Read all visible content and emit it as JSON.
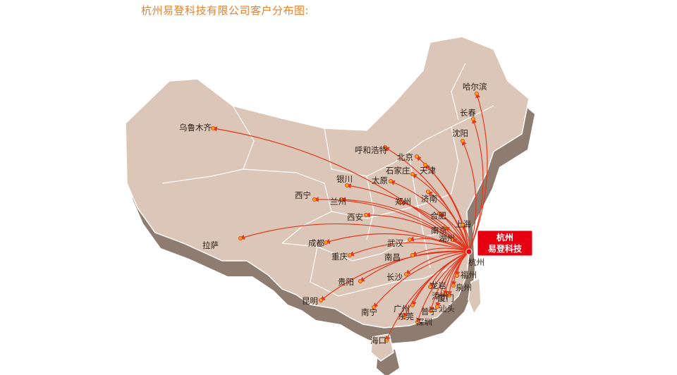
{
  "title": "杭州易登科技有限公司客户分布图:",
  "hq": {
    "name": "杭州易登科技",
    "box_line1": "杭州",
    "box_line2": "易登科技",
    "city_label": "杭州",
    "color": "#e60012"
  },
  "colors": {
    "land": "#dbc6b7",
    "land_shadow": "#8f7c71",
    "border": "#ffffff",
    "route": "#e4371f",
    "dot_fill": "#f7a21b",
    "dot_stroke": "#e4371f"
  },
  "cities": [
    {
      "id": "haerbin",
      "name": "哈尔滨"
    },
    {
      "id": "changchun",
      "name": "长春"
    },
    {
      "id": "shenyang",
      "name": "沈阳"
    },
    {
      "id": "wulumuqi",
      "name": "乌鲁木齐"
    },
    {
      "id": "huhehaote",
      "name": "呼和浩特"
    },
    {
      "id": "beijing",
      "name": "北京"
    },
    {
      "id": "tianjin",
      "name": "天津"
    },
    {
      "id": "shijiazhuang",
      "name": "石家庄"
    },
    {
      "id": "taiyuan",
      "name": "太原"
    },
    {
      "id": "yinchuan",
      "name": "银川"
    },
    {
      "id": "xining",
      "name": "西宁"
    },
    {
      "id": "lanzhou",
      "name": "兰州"
    },
    {
      "id": "zhengzhou",
      "name": "郑州"
    },
    {
      "id": "jinan",
      "name": "济南"
    },
    {
      "id": "xian",
      "name": "西安"
    },
    {
      "id": "hefei",
      "name": "合肥"
    },
    {
      "id": "nanjing",
      "name": "南京"
    },
    {
      "id": "shanghai",
      "name": "上海"
    },
    {
      "id": "huzhou",
      "name": "湖州"
    },
    {
      "id": "lasa",
      "name": "拉萨"
    },
    {
      "id": "chengdu",
      "name": "成都"
    },
    {
      "id": "wuhan",
      "name": "武汉"
    },
    {
      "id": "chongqing",
      "name": "重庆"
    },
    {
      "id": "nanchang",
      "name": "南昌"
    },
    {
      "id": "changsha",
      "name": "长沙"
    },
    {
      "id": "fuzhou",
      "name": "福州"
    },
    {
      "id": "guiyang",
      "name": "贵阳"
    },
    {
      "id": "longyan",
      "name": "龙岩"
    },
    {
      "id": "quanzhou",
      "name": "泉州"
    },
    {
      "id": "zhangzhou",
      "name": "漳州"
    },
    {
      "id": "xiamen",
      "name": "厦门"
    },
    {
      "id": "kunming",
      "name": "昆明"
    },
    {
      "id": "shantou",
      "name": "汕头"
    },
    {
      "id": "puning",
      "name": "普宁"
    },
    {
      "id": "guangzhou",
      "name": "广州"
    },
    {
      "id": "nanning",
      "name": "南宁"
    },
    {
      "id": "dongguan",
      "name": "东莞"
    },
    {
      "id": "shenzhen",
      "name": "深圳"
    },
    {
      "id": "haikou",
      "name": "海口"
    }
  ]
}
